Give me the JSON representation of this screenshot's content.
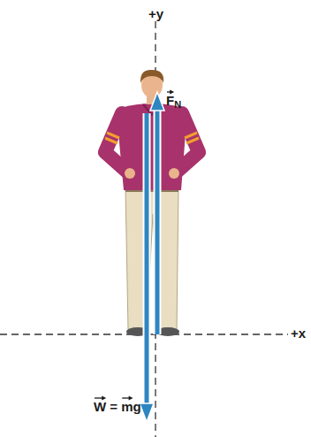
{
  "diagram": {
    "labels": [
      "+y",
      "FN",
      "+x",
      "W = mg"
    ]
  }
}
